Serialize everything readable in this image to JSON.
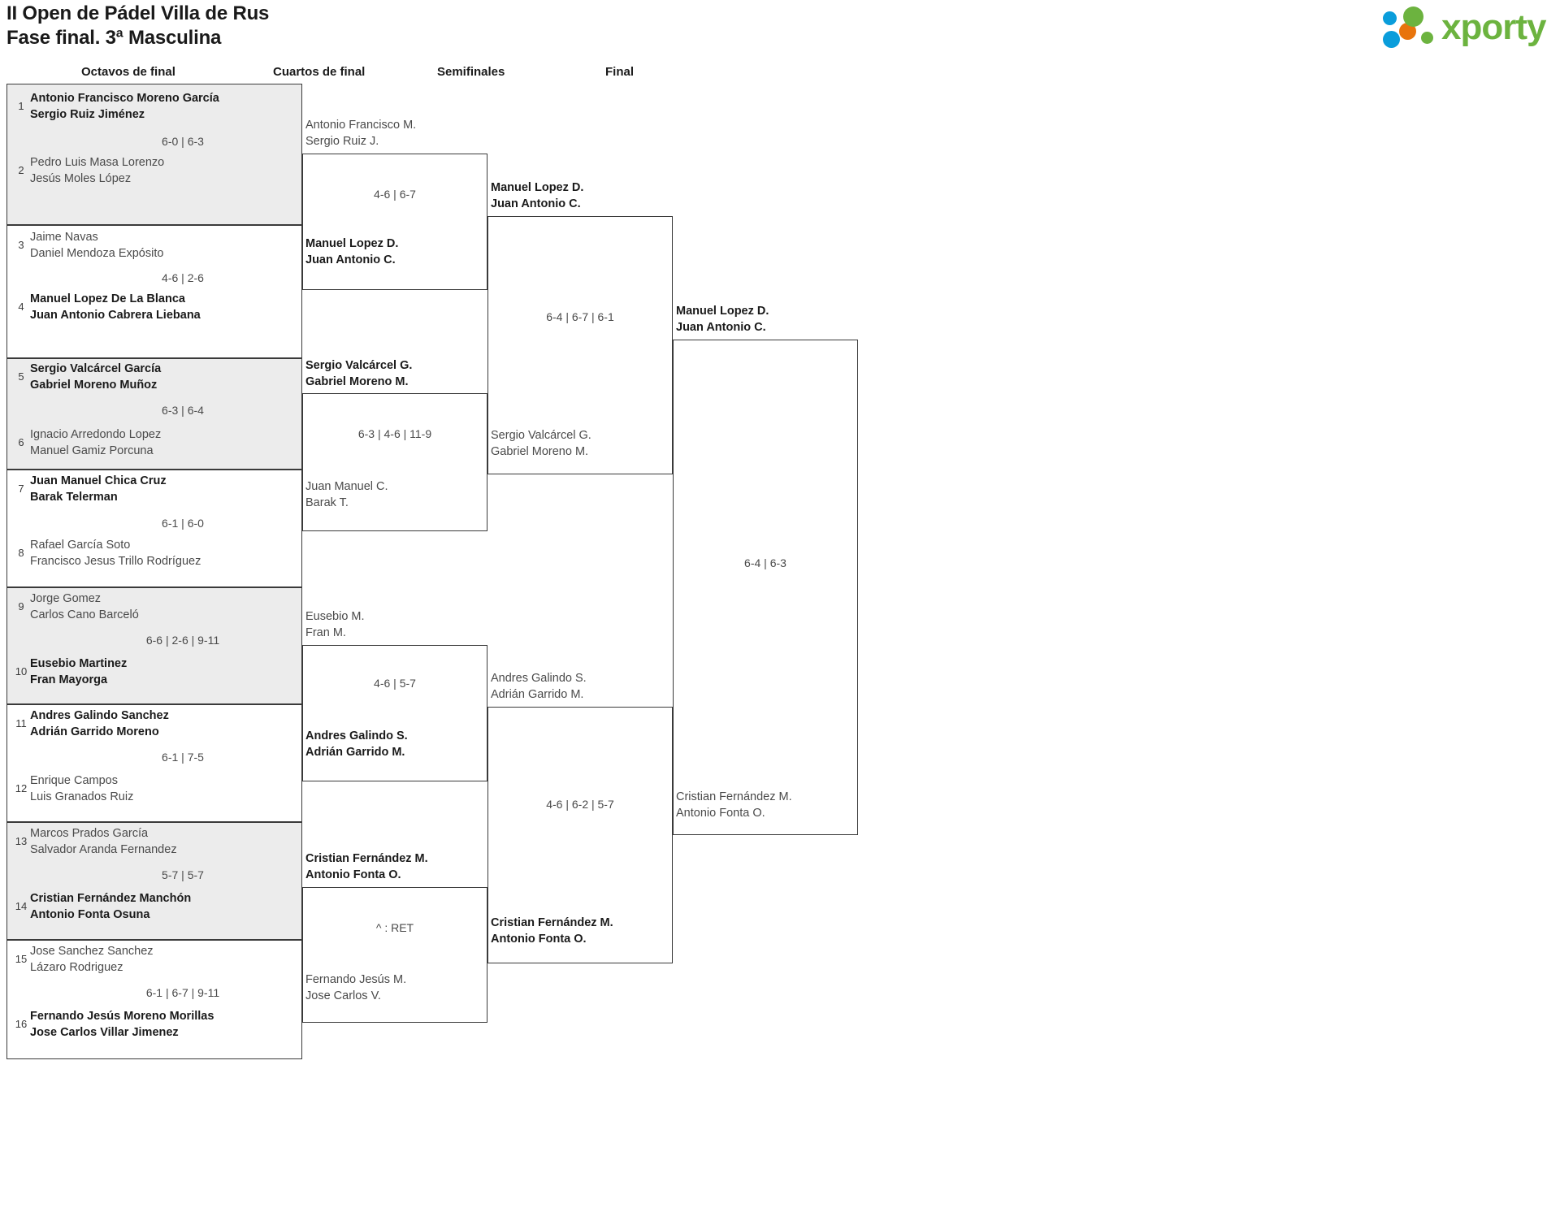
{
  "header": {
    "title_line1": "II Open de Pádel Villa de Rus",
    "title_line2": "Fase final. 3ª Masculina",
    "logo_word": "xporty",
    "logo_colors": {
      "blue": "#0a9ddb",
      "orange": "#e8740c",
      "green": "#6cb33f"
    }
  },
  "rounds": [
    {
      "key": "octavos",
      "label": "Octavos de final"
    },
    {
      "key": "cuartos",
      "label": "Cuartos de final"
    },
    {
      "key": "semis",
      "label": "Semifinales"
    },
    {
      "key": "final",
      "label": "Final"
    }
  ],
  "round1": {
    "matches": [
      {
        "shaded": true,
        "top": {
          "seed": "1",
          "p1": "Antonio Francisco Moreno García",
          "p2": "Sergio Ruiz Jiménez",
          "winner": true
        },
        "bottom": {
          "seed": "2",
          "p1": "Pedro Luis Masa Lorenzo",
          "p2": "Jesús Moles López",
          "winner": false
        },
        "score": "6-0 | 6-3"
      },
      {
        "shaded": false,
        "top": {
          "seed": "3",
          "p1": "Jaime Navas",
          "p2": "Daniel Mendoza Expósito",
          "winner": false
        },
        "bottom": {
          "seed": "4",
          "p1": "Manuel Lopez De La Blanca",
          "p2": "Juan Antonio Cabrera Liebana",
          "winner": true
        },
        "score": "4-6 | 2-6"
      },
      {
        "shaded": true,
        "top": {
          "seed": "5",
          "p1": "Sergio Valcárcel García",
          "p2": "Gabriel Moreno Muñoz",
          "winner": true
        },
        "bottom": {
          "seed": "6",
          "p1": "Ignacio Arredondo Lopez",
          "p2": "Manuel Gamiz Porcuna",
          "winner": false
        },
        "score": "6-3 | 6-4"
      },
      {
        "shaded": false,
        "top": {
          "seed": "7",
          "p1": "Juan Manuel Chica Cruz",
          "p2": "Barak Telerman",
          "winner": true
        },
        "bottom": {
          "seed": "8",
          "p1": "Rafael García Soto",
          "p2": "Francisco Jesus Trillo Rodríguez",
          "winner": false
        },
        "score": "6-1 | 6-0"
      },
      {
        "shaded": true,
        "top": {
          "seed": "9",
          "p1": "Jorge Gomez",
          "p2": "Carlos Cano Barceló",
          "winner": false
        },
        "bottom": {
          "seed": "10",
          "p1": "Eusebio Martinez",
          "p2": "Fran Mayorga",
          "winner": true
        },
        "score": "6-6 | 2-6 | 9-11"
      },
      {
        "shaded": false,
        "top": {
          "seed": "11",
          "p1": "Andres Galindo Sanchez",
          "p2": "Adrián Garrido Moreno",
          "winner": true
        },
        "bottom": {
          "seed": "12",
          "p1": "Enrique Campos",
          "p2": "Luis Granados Ruiz",
          "winner": false
        },
        "score": "6-1 | 7-5"
      },
      {
        "shaded": true,
        "top": {
          "seed": "13",
          "p1": "Marcos Prados García",
          "p2": "Salvador Aranda Fernandez",
          "winner": false
        },
        "bottom": {
          "seed": "14",
          "p1": "Cristian Fernández Manchón",
          "p2": "Antonio Fonta Osuna",
          "winner": true
        },
        "score": "5-7 | 5-7"
      },
      {
        "shaded": false,
        "top": {
          "seed": "15",
          "p1": "Jose Sanchez Sanchez",
          "p2": "Lázaro Rodriguez",
          "winner": false
        },
        "bottom": {
          "seed": "16",
          "p1": "Fernando Jesús Moreno Morillas",
          "p2": "Jose Carlos Villar Jimenez",
          "winner": true
        },
        "score": "6-1 | 6-7 | 9-11"
      }
    ]
  },
  "round2": {
    "matches": [
      {
        "above": {
          "p1": "Antonio Francisco M.",
          "p2": "Sergio Ruiz J.",
          "winner": false
        },
        "below": {
          "p1": "Manuel Lopez D.",
          "p2": "Juan Antonio C.",
          "winner": true
        },
        "score": "4-6 | 6-7"
      },
      {
        "above": {
          "p1": "Sergio Valcárcel G.",
          "p2": "Gabriel Moreno M.",
          "winner": true
        },
        "below": {
          "p1": "Juan Manuel C.",
          "p2": "Barak T.",
          "winner": false
        },
        "score": "6-3 | 4-6 | 11-9"
      },
      {
        "above": {
          "p1": "Eusebio M.",
          "p2": "Fran M.",
          "winner": false
        },
        "below": {
          "p1": "Andres Galindo S.",
          "p2": "Adrián Garrido M.",
          "winner": true
        },
        "score": "4-6 | 5-7"
      },
      {
        "above": {
          "p1": "Cristian Fernández M.",
          "p2": "Antonio Fonta O.",
          "winner": true
        },
        "below": {
          "p1": "Fernando Jesús M.",
          "p2": "Jose Carlos V.",
          "winner": false
        },
        "score": "^ : RET"
      }
    ]
  },
  "round3": {
    "matches": [
      {
        "above": {
          "p1": "Manuel Lopez D.",
          "p2": "Juan Antonio C.",
          "winner": true
        },
        "below": {
          "p1": "Sergio Valcárcel G.",
          "p2": "Gabriel Moreno M.",
          "winner": false
        },
        "score": "6-4 | 6-7 | 6-1"
      },
      {
        "above": {
          "p1": "Andres Galindo S.",
          "p2": "Adrián Garrido M.",
          "winner": false
        },
        "below": {
          "p1": "Cristian Fernández M.",
          "p2": "Antonio Fonta O.",
          "winner": true
        },
        "score": "4-6 | 6-2 | 5-7"
      }
    ]
  },
  "round4": {
    "matches": [
      {
        "above": {
          "p1": "Manuel Lopez D.",
          "p2": "Juan Antonio C.",
          "winner": true
        },
        "below": {
          "p1": "Cristian Fernández M.",
          "p2": "Antonio Fonta O.",
          "winner": false
        },
        "score": "6-4 | 6-3"
      }
    ]
  }
}
